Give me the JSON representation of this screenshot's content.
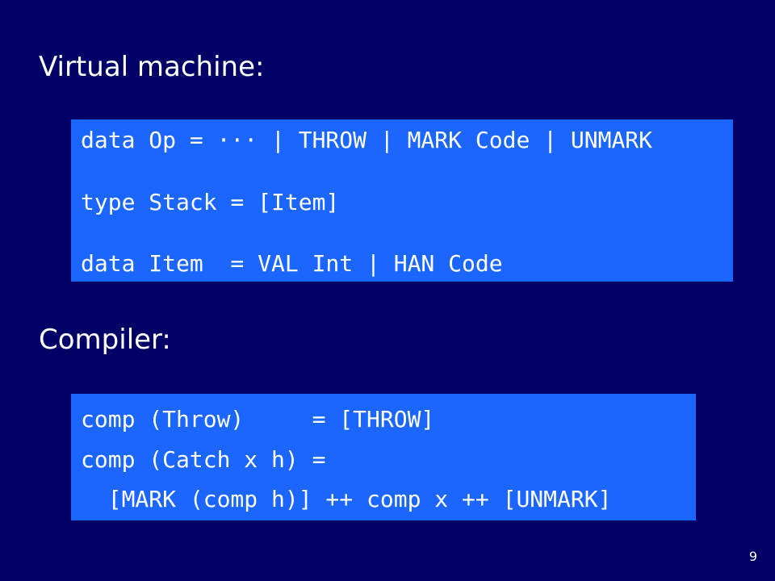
{
  "slide": {
    "vm_heading": "Virtual machine:",
    "vm_code": [
      "data Op = ··· | THROW | MARK Code | UNMARK",
      "type Stack = [Item]",
      "data Item  = VAL Int | HAN Code"
    ],
    "compiler_heading": "Compiler:",
    "compiler_code": [
      "comp (Throw)     = [THROW]",
      "comp (Catch x h) =",
      "  [MARK (comp h)] ++ comp x ++ [UNMARK]"
    ],
    "page_number": "9"
  },
  "colors": {
    "background": "#000066",
    "code_box": "#1a66ff",
    "text": "#ffffff"
  }
}
